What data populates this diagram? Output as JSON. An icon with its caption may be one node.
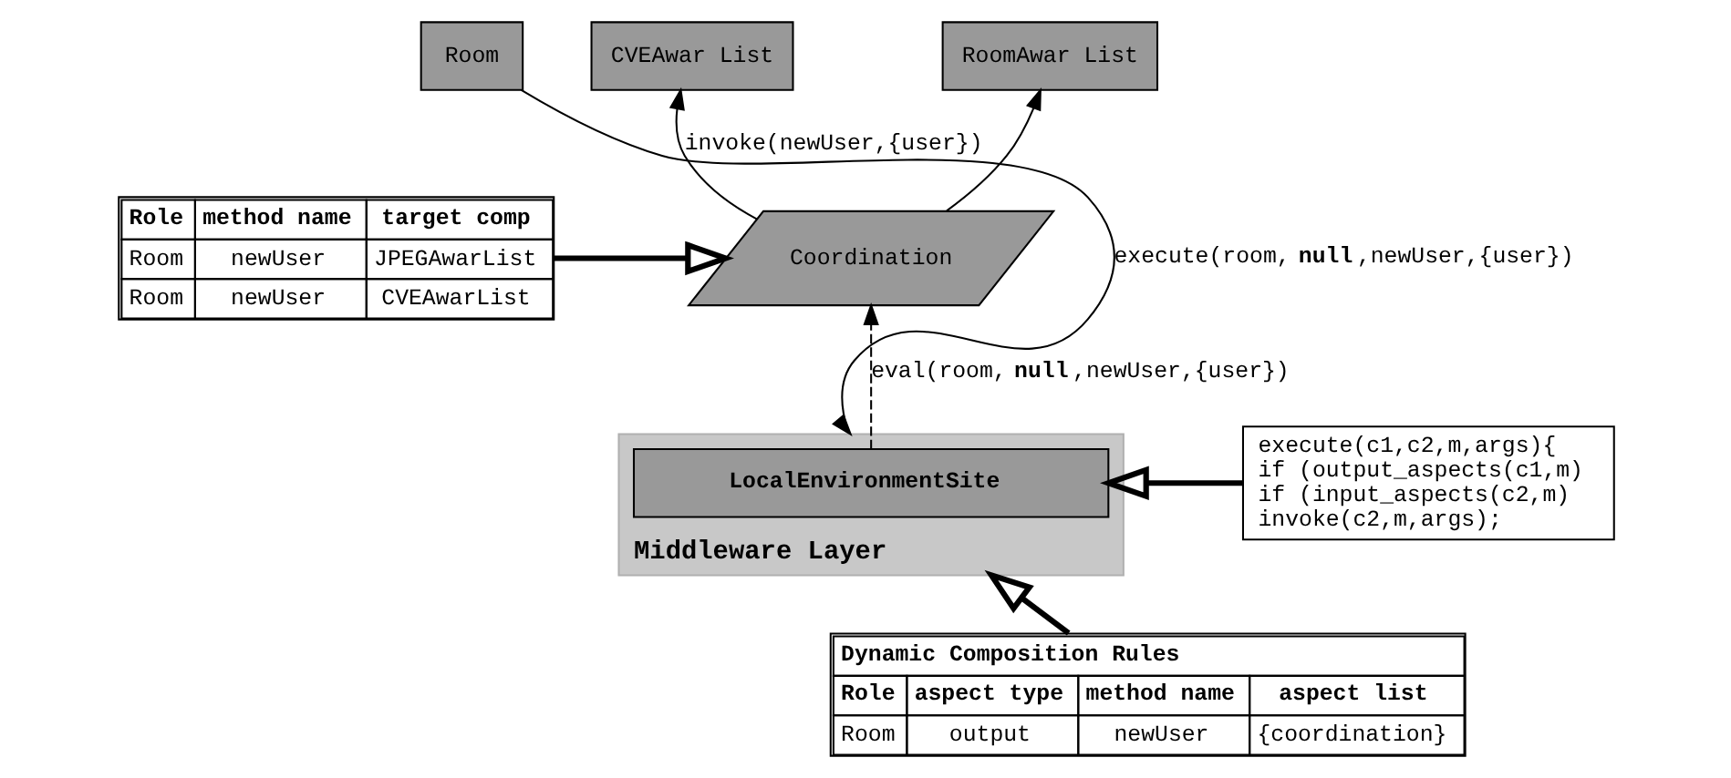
{
  "diagram": {
    "nodes": [
      {
        "text": [
          "Room"
        ]
      },
      {
        "text": [
          "CVEAwar List"
        ]
      },
      {
        "text": [
          "RoomAwar List"
        ]
      },
      {
        "text": [
          "Coordination"
        ]
      },
      {
        "text": [
          "Role",
          "method name",
          "target comp",
          "Room",
          "newUser",
          "JPEGAwarList",
          "Room",
          "newUser",
          "CVEAwarList"
        ]
      },
      {
        "text": [
          "Middleware Layer"
        ]
      },
      {
        "text": [
          "LocalEnvironmentSite"
        ],
        "in": 5
      },
      {
        "text": [
          "execute(c1,c2,m,args){",
          "if (output_aspects(c1,m)",
          "if (input_aspects(c2,m)",
          "invoke(c2,m,args);"
        ]
      },
      {
        "text": [
          "Dynamic Composition Rules",
          "Role",
          "aspect type",
          "method name",
          "aspect list",
          "Room",
          "output",
          "newUser",
          "{coordination}"
        ]
      }
    ],
    "edges": [
      {
        "from": 0,
        "to": 5,
        "arrow": "to",
        "label": "execute(room,**null**,newUser,{user})"
      },
      {
        "from": 3,
        "to": 1,
        "arrow": "to",
        "label": "invoke(newUser,{user})"
      },
      {
        "from": 3,
        "to": 2,
        "arrow": "to"
      },
      {
        "from": 6,
        "to": 3,
        "arrow": "to",
        "style": "dashed",
        "label": "eval(room,**null**,newUser,{user})"
      },
      {
        "from": 4,
        "to": 3,
        "arrow": "to",
        "style": "thick"
      },
      {
        "from": 7,
        "to": 6,
        "arrow": "to",
        "style": "thick"
      },
      {
        "from": 8,
        "to": 5,
        "arrow": "to",
        "style": "thick"
      }
    ]
  }
}
